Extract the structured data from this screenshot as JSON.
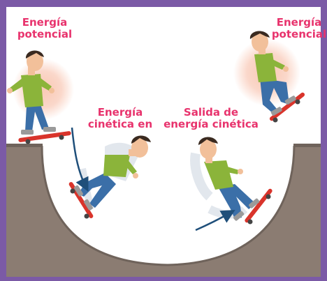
{
  "labels": {
    "left_top": [
      "Energía",
      "potencial"
    ],
    "right_top": [
      "Energía",
      "potencial"
    ],
    "middle_left": [
      "Energía",
      "cinética en"
    ],
    "middle_right": [
      "Salida de",
      "energía cinética"
    ]
  },
  "colors": {
    "frame": "#7b5aa6",
    "ramp": "#8b7c72",
    "ramp_shadow": "#6f635b",
    "label": "#e8336d",
    "shirt": "#8bb43a",
    "jeans": "#3b6fa8",
    "hair": "#3a2a20",
    "skin": "#f2c09a",
    "board": "#d9342b",
    "glow": "#f6b9a0",
    "arrow": "#1f4f7a",
    "ghost": "#d6dde6"
  },
  "icons": {
    "skater": "skater-figure",
    "arrow": "curved-arrow",
    "glow": "energy-glow"
  }
}
